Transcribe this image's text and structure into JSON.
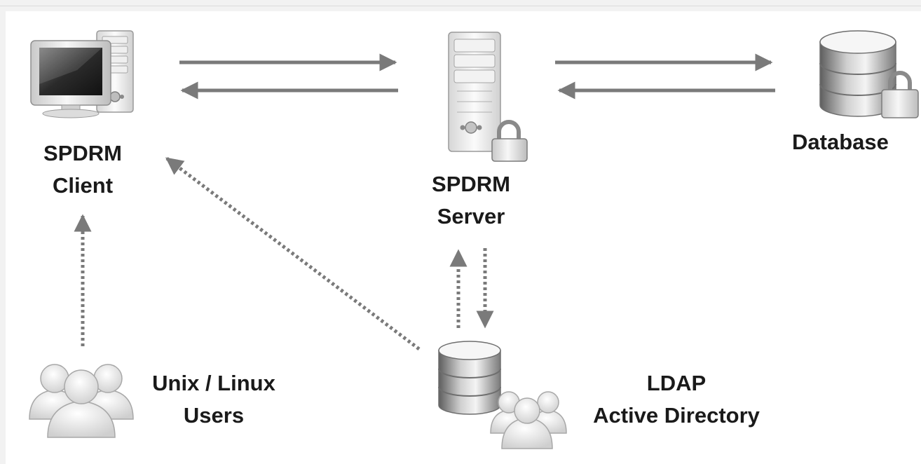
{
  "nodes": {
    "client": {
      "line1": "SPDRM",
      "line2": "Client",
      "icon": "desktop-computer-icon"
    },
    "server": {
      "line1": "SPDRM",
      "line2": "Server",
      "icon": "server-tower-lock-icon"
    },
    "database": {
      "line1": "Database",
      "icon": "database-lock-icon"
    },
    "users": {
      "line1": "Unix / Linux",
      "line2": "Users",
      "icon": "user-group-icon"
    },
    "ldap": {
      "line1": "LDAP",
      "line2": "Active Directory",
      "icon": "database-users-icon"
    }
  },
  "colors": {
    "arrow": "#7a7a7a",
    "text": "#1a1a1a",
    "background": "#ffffff",
    "page_border": "#f2f2f2"
  }
}
